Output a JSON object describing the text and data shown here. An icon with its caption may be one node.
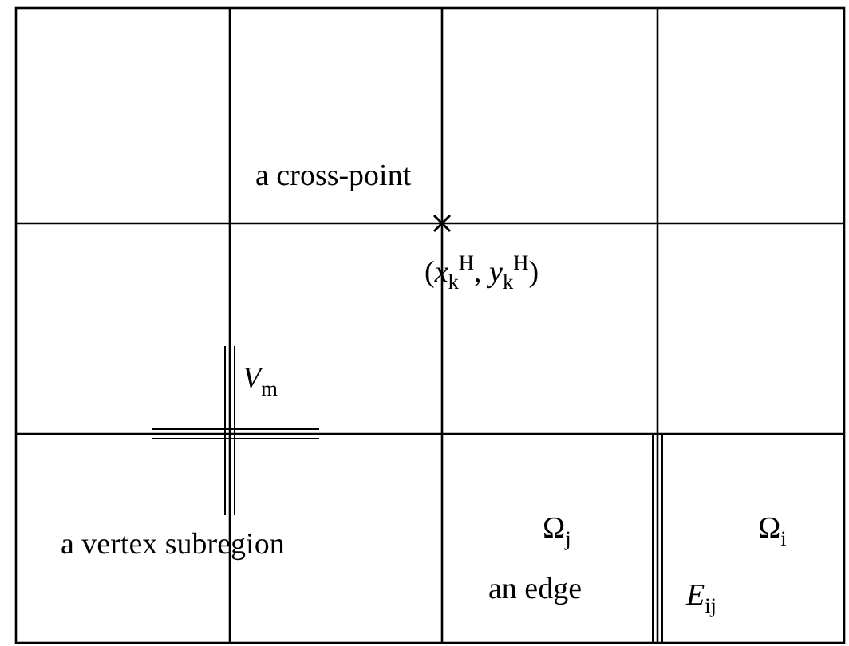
{
  "diagram": {
    "labels": [
      "a cross-point",
      "(*x*$_{k}$$^{H}$, *y*$_{k}$$^{H}$)",
      "*V*$_{m}$",
      "a vertex subregion",
      "Ω$_{j}$",
      "an edge",
      "Ω$_{i}$",
      "*E*$_{ij}$"
    ]
  }
}
